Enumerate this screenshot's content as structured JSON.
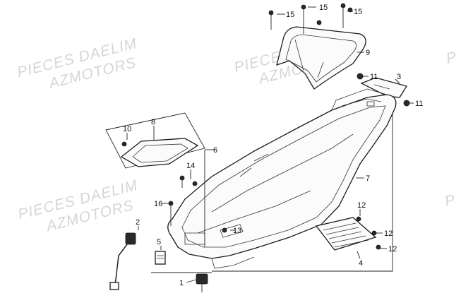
{
  "watermark": {
    "line1": "PIECES DAELIM",
    "line2": "AZMOTORS"
  },
  "callouts": {
    "c1": "1",
    "c2": "2",
    "c3": "3",
    "c4": "4",
    "c5": "5",
    "c6": "6",
    "c7": "7",
    "c8": "8",
    "c9": "9",
    "c10": "10",
    "c11a": "11",
    "c11b": "11",
    "c12a": "12",
    "c12b": "12",
    "c12c": "12",
    "c13": "13",
    "c14": "14",
    "c15a": "15",
    "c15b": "15",
    "c15c": "15",
    "c16": "16"
  },
  "colors": {
    "line": "#1a1a1a",
    "watermark": "#d6d6d6",
    "background": "#ffffff"
  }
}
